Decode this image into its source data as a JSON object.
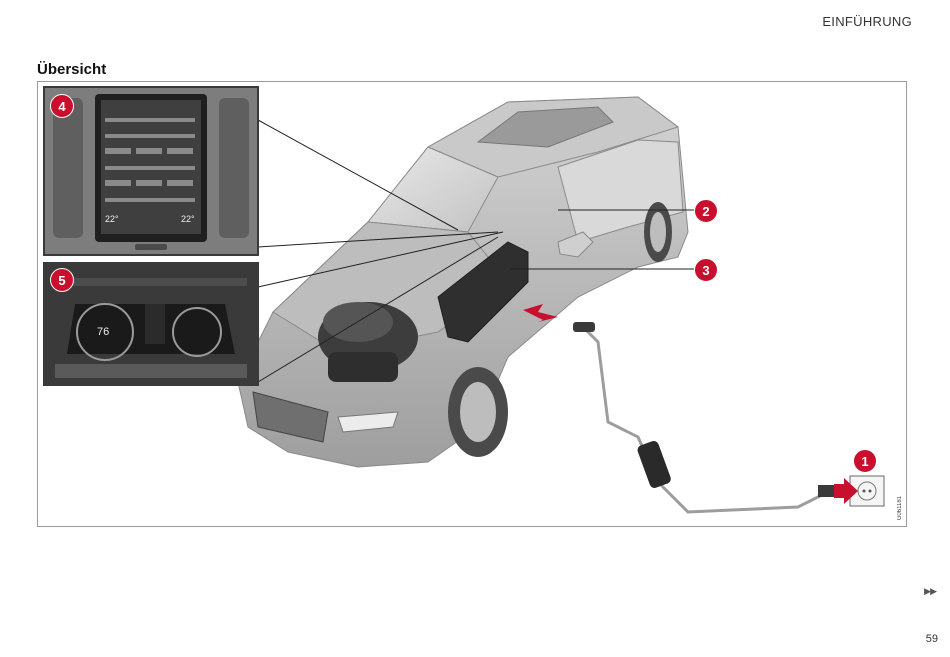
{
  "header": {
    "chapter": "EINFÜHRUNG"
  },
  "section": {
    "title": "Übersicht"
  },
  "figure": {
    "code": "G061181",
    "callouts": [
      "1",
      "2",
      "3",
      "4",
      "5"
    ],
    "screen": {
      "temp_left": "22°",
      "temp_right": "22°"
    },
    "cluster": {
      "speed": "76"
    },
    "accent_color": "#c8102e"
  },
  "footer": {
    "page_number": "59",
    "nav_arrows": "▶▶"
  }
}
